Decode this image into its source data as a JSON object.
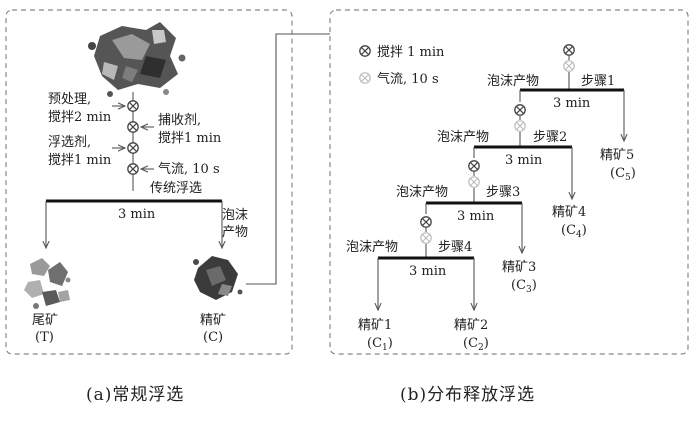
{
  "panel_a": {
    "pretreat_line1": "预处理,",
    "pretreat_line2": "搅拌2 min",
    "flotation_agent_line1": "浮选剂,",
    "flotation_agent_line2": "搅拌1 min",
    "collector_line1": "捕收剂,",
    "collector_line2": "搅拌1 min",
    "gas_flow": "气流, 10 s",
    "conventional": "传统浮选",
    "duration": "3 min",
    "froth_line1": "泡沫",
    "froth_line2": "产物",
    "tailings": "尾矿",
    "tailings_code": "(T)",
    "concentrate": "精矿",
    "concentrate_code": "(C)",
    "caption": "(a)常规浮选"
  },
  "panel_b": {
    "legend_stir": "搅拌 1 min",
    "legend_gas": "气流, 10 s",
    "froth": "泡沫产物",
    "duration": "3 min",
    "steps": [
      "步骤1",
      "步骤2",
      "步骤3",
      "步骤4"
    ],
    "concentrates": [
      {
        "label": "精矿1",
        "code_letter": "C",
        "code_sub": "1"
      },
      {
        "label": "精矿2",
        "code_letter": "C",
        "code_sub": "2"
      },
      {
        "label": "精矿3",
        "code_letter": "C",
        "code_sub": "3"
      },
      {
        "label": "精矿4",
        "code_letter": "C",
        "code_sub": "4"
      },
      {
        "label": "精矿5",
        "code_letter": "C",
        "code_sub": "5"
      }
    ],
    "caption": "(b)分布释放浮选"
  },
  "colors": {
    "ore_dark": "#3a3a3a",
    "ore_mid": "#7a7a7a",
    "ore_light": "#b5b5b5",
    "bar": "#111111",
    "gas_symbol": "#bbbbbb"
  },
  "icons": {
    "stir": "stir-valve-icon",
    "gas": "gas-flow-icon",
    "ore": "ore-particles-icon"
  }
}
